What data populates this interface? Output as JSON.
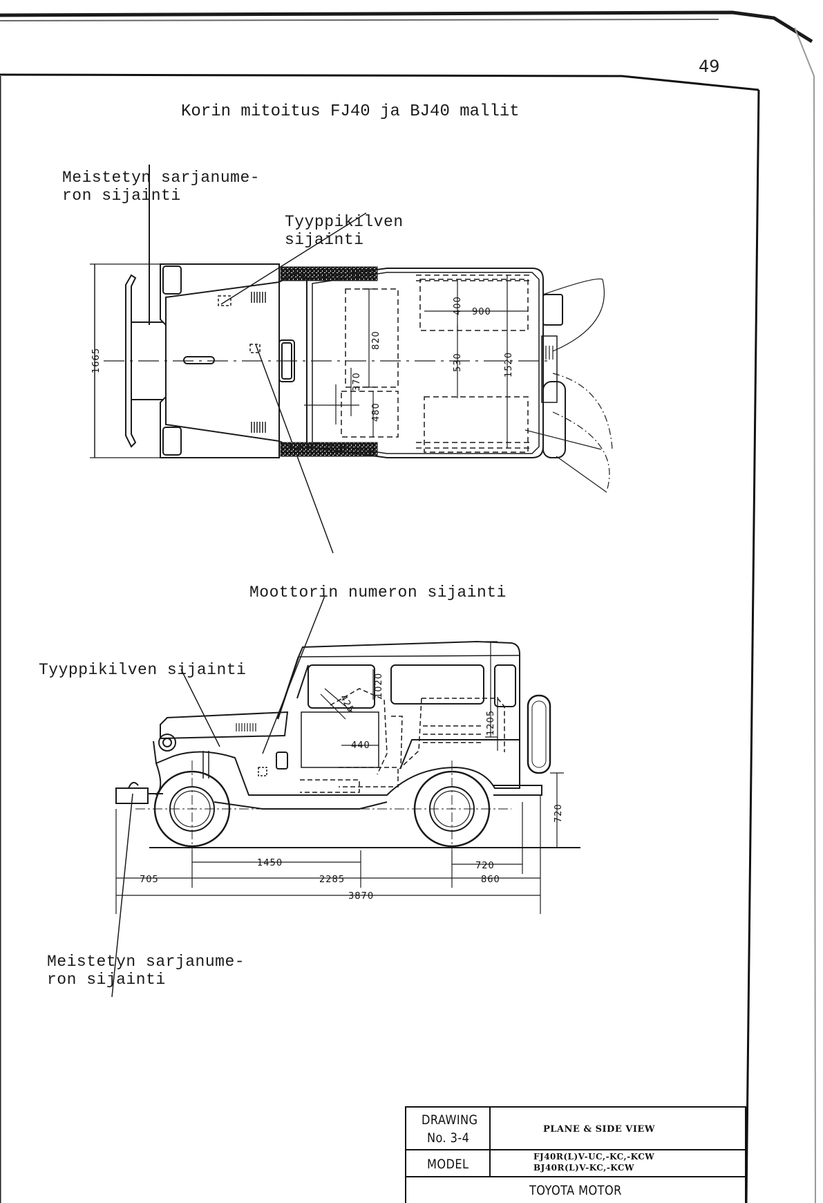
{
  "page_number": "49",
  "title": "Korin mitoitus FJ40 ja BJ40 mallit",
  "plan_view": {
    "callouts": {
      "serial_line1": "Meistetyn sarjanume-",
      "serial_line2": "ron sijainti",
      "plate_line1": "Tyyppikilven",
      "plate_line2": "sijainti"
    },
    "dimensions": {
      "overall_width": "1665",
      "cargo_length": "900",
      "cargo_depth": "400",
      "floor_length": "820",
      "cargo_width": "1520",
      "inner_width": "530",
      "seat_a": "370",
      "seat_b": "480"
    }
  },
  "engine_label": "Moottorin numeron sijainti",
  "side_view": {
    "callouts": {
      "plate": "Tyyppikilven sijainti",
      "serial_line1": "Meistetyn sarjanume-",
      "serial_line2": "ron sijainti"
    },
    "dimensions": {
      "front_overhang": "705",
      "wheelbase_partial": "1450",
      "wheelbase": "2285",
      "overall_length": "3870",
      "rear_overhang": "860",
      "rear_partial": "720",
      "height_step": "720",
      "roof_height": "1020",
      "door_height": "1205",
      "seat_angle": "425",
      "seat_width": "440"
    }
  },
  "title_block": {
    "drawing_label": "DRAWING",
    "drawing_number": "No. 3-4",
    "view_title": "PLANE & SIDE VIEW",
    "model_label": "MODEL",
    "model_line1": "FJ40R(L)V-UC,-KC,-KCW",
    "model_line2": "BJ40R(L)V-KC,-KCW",
    "maker": "TOYOTA MOTOR"
  }
}
